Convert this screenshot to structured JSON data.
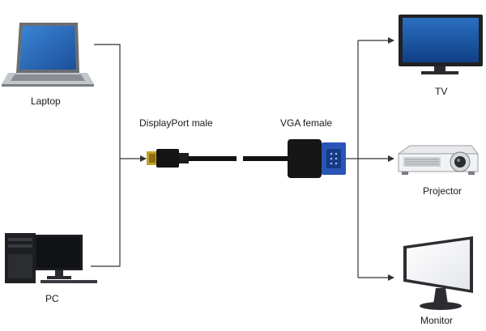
{
  "diagram": {
    "sources": [
      {
        "id": "laptop",
        "label": "Laptop",
        "icon": "laptop-icon"
      },
      {
        "id": "pc",
        "label": "PC",
        "icon": "desktop-pc-icon"
      }
    ],
    "adapter": {
      "input_label": "DisplayPort male",
      "output_label": "VGA female",
      "input_icon": "displayport-plug-icon",
      "output_icon": "vga-port-icon"
    },
    "outputs": [
      {
        "id": "tv",
        "label": "TV",
        "icon": "tv-icon"
      },
      {
        "id": "projector",
        "label": "Projector",
        "icon": "projector-icon"
      },
      {
        "id": "monitor",
        "label": "Monitor",
        "icon": "monitor-icon"
      }
    ],
    "colors": {
      "line": "#333333",
      "cable": "#111111",
      "vga_port": "#2a55b8",
      "plug_gold": "#c9a227"
    }
  }
}
